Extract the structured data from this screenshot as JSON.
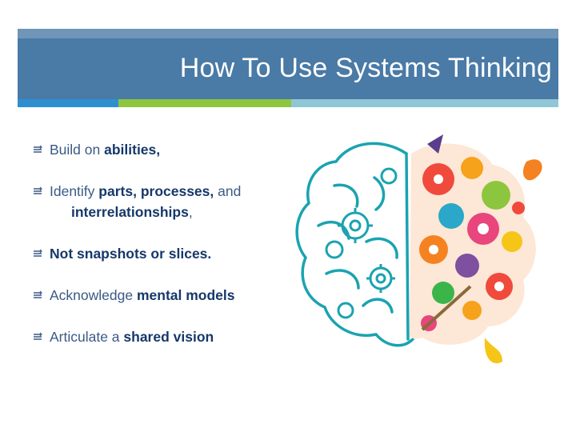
{
  "title": "How To Use Systems Thinking",
  "colors": {
    "title_band": "#4a7aa6",
    "accent_blue": "#2e8fd0",
    "accent_green": "#8ec63f",
    "accent_teal": "#8fc7d6",
    "text": "#3a5a86",
    "text_strong": "#16386a"
  },
  "bullets": [
    {
      "pre": "Build on ",
      "strong": "abilities,",
      "post": ""
    },
    {
      "pre": "Identify ",
      "strong": "parts, processes,",
      "post": " and",
      "line2_strong": "interrelationships",
      "line2_post": ","
    },
    {
      "pre": "",
      "strong": "Not",
      "post": " snapshots or slices."
    },
    {
      "pre": "Acknowledge ",
      "strong": "mental models",
      "post": ""
    },
    {
      "pre": "Articulate a ",
      "strong": "shared vision",
      "post": ""
    }
  ],
  "image": {
    "icon": "brain-illustration-icon"
  }
}
